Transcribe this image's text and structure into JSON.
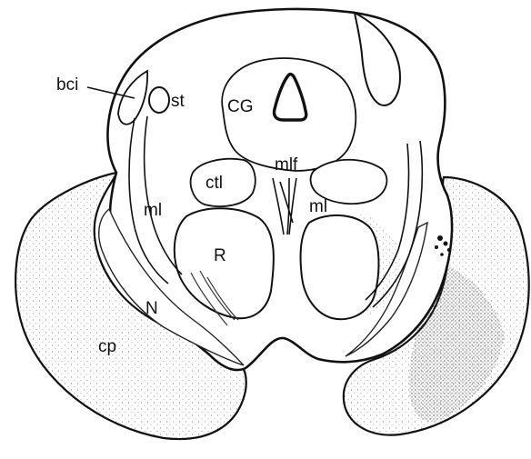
{
  "diagram": {
    "labels": {
      "bci": "bci",
      "st": "st",
      "cg": "CG",
      "mlf": "mlf",
      "ctl": "ctl",
      "ml_left": "ml",
      "ml_right": "ml",
      "r": "R",
      "n": "N",
      "cp": "cp"
    },
    "colors": {
      "outline": "#111111",
      "stipple": "#555555",
      "background": "#ffffff"
    }
  }
}
